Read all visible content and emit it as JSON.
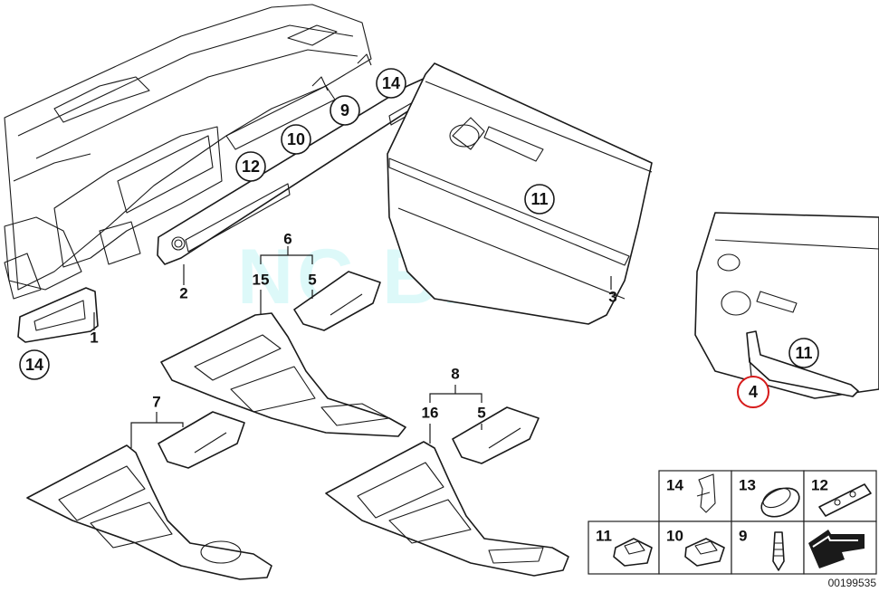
{
  "watermark": "NC BMW",
  "document_number": "00199535",
  "highlight_color": "#d61a1a",
  "callouts": {
    "c14a": "14",
    "c9": "9",
    "c10": "10",
    "c12": "12",
    "c11a": "11",
    "c14b": "14",
    "c11b": "11",
    "c4": "4"
  },
  "labels": {
    "l1": "1",
    "l2": "2",
    "l3": "3",
    "l6": "6",
    "l15": "15",
    "l5a": "5",
    "l7": "7",
    "l8": "8",
    "l16": "16",
    "l5b": "5"
  },
  "legend": {
    "cell14": "14",
    "cell13": "13",
    "cell12": "12",
    "cell11": "11",
    "cell10": "10",
    "cell9": "9"
  }
}
